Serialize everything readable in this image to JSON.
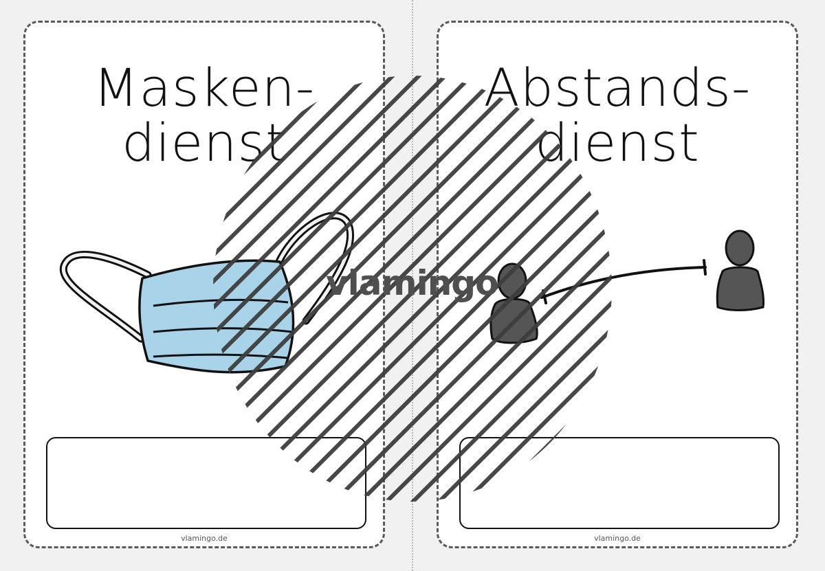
{
  "cards": [
    {
      "title_line1": "Masken-",
      "title_line2": "dienst",
      "footer": "vlamingo.de",
      "illustration": "face-mask"
    },
    {
      "title_line1": "Abstands-",
      "title_line2": "dienst",
      "footer": "vlamingo.de",
      "illustration": "social-distance-people"
    }
  ],
  "watermark": {
    "logo_text": "vlamingo"
  },
  "colors": {
    "mask": "#a9d3e8",
    "person": "#555555",
    "border": "#5a5a5a"
  }
}
